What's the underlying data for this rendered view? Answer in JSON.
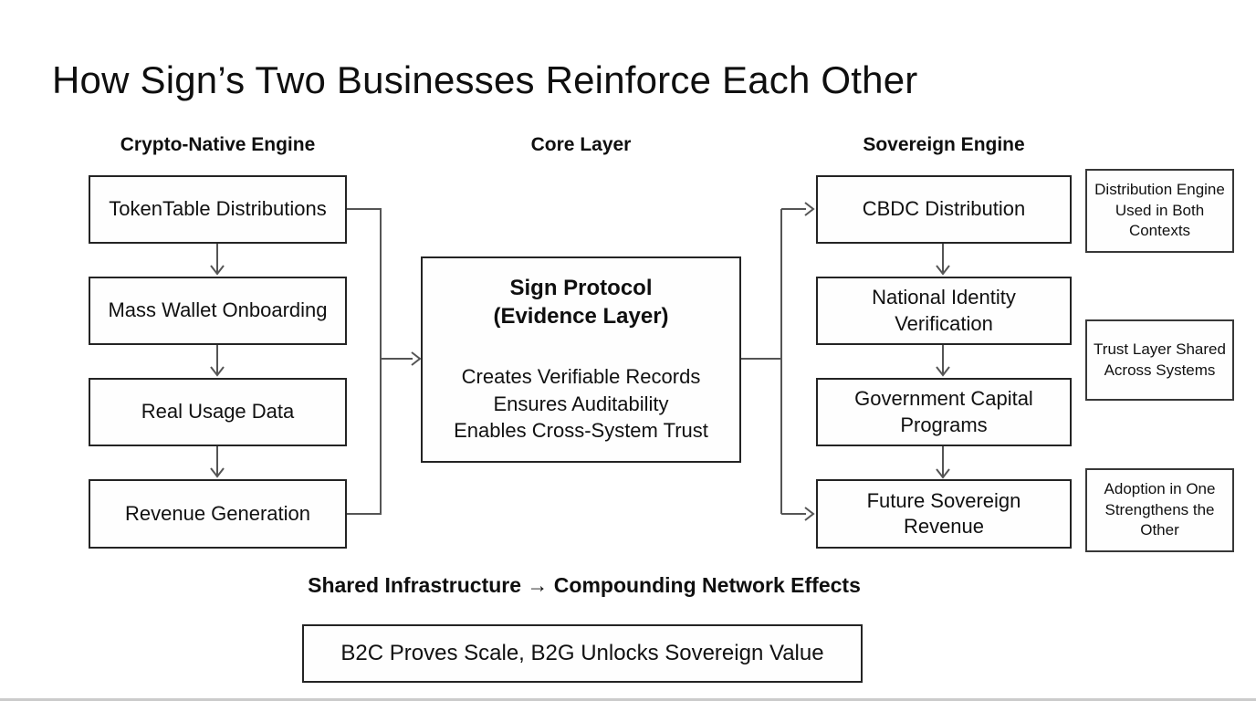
{
  "title": "How Sign’s Two Businesses Reinforce Each Other",
  "columns": {
    "left": {
      "header": "Crypto-Native Engine",
      "boxes": [
        "TokenTable Distributions",
        "Mass Wallet Onboarding",
        "Real Usage Data",
        "Revenue Generation"
      ]
    },
    "center": {
      "header": "Core Layer",
      "box": {
        "title": "Sign Protocol (Evidence Layer)",
        "title_line1": "Sign Protocol",
        "title_line2": "(Evidence Layer)",
        "body_lines": [
          "Creates Verifiable Records",
          "Ensures Auditability",
          "Enables Cross-System Trust"
        ]
      }
    },
    "right": {
      "header": "Sovereign Engine",
      "boxes": [
        "CBDC Distribution",
        "National Identity Verification",
        "Government Capital Programs",
        "Future Sovereign Revenue"
      ]
    }
  },
  "annotations": [
    "Distribution Engine Used in Both Contexts",
    "Trust Layer Shared Across Systems",
    "Adoption in One Strengthens the Other"
  ],
  "footer": {
    "tagline": "Shared Infrastructure → Compounding Network Effects",
    "banner": "B2C Proves Scale, B2G Unlocks Sovereign Value"
  },
  "colors": {
    "background": "#ffffff",
    "text": "#111111",
    "box_border": "#242424",
    "connector": "#555555"
  }
}
